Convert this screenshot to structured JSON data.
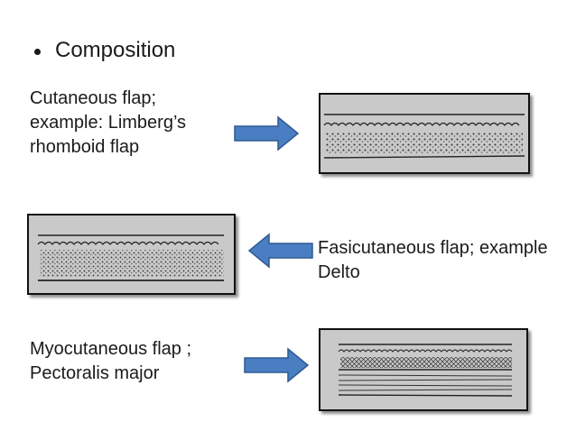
{
  "heading": {
    "bullet": "•",
    "text": "Composition"
  },
  "rows": [
    {
      "label_line1": "Cutaneous flap;",
      "label_line2": "example:  Limberg’s",
      "label_line3": "rhomboid flap"
    },
    {
      "label_line1": "Fasicutaneous flap; example",
      "label_line2": "Delto"
    },
    {
      "label_line1": "Myocutaneous flap ;",
      "label_line2": "Pectoralis major"
    }
  ],
  "icons": {
    "arrow": "block-arrow-icon",
    "diagram": "tissue-layer-illustration"
  },
  "colors": {
    "arrow_fill": "#4a7ec2",
    "arrow_stroke": "#2f5a92",
    "panel_bg": "#c9c9c9",
    "text": "#1a1a1a"
  }
}
